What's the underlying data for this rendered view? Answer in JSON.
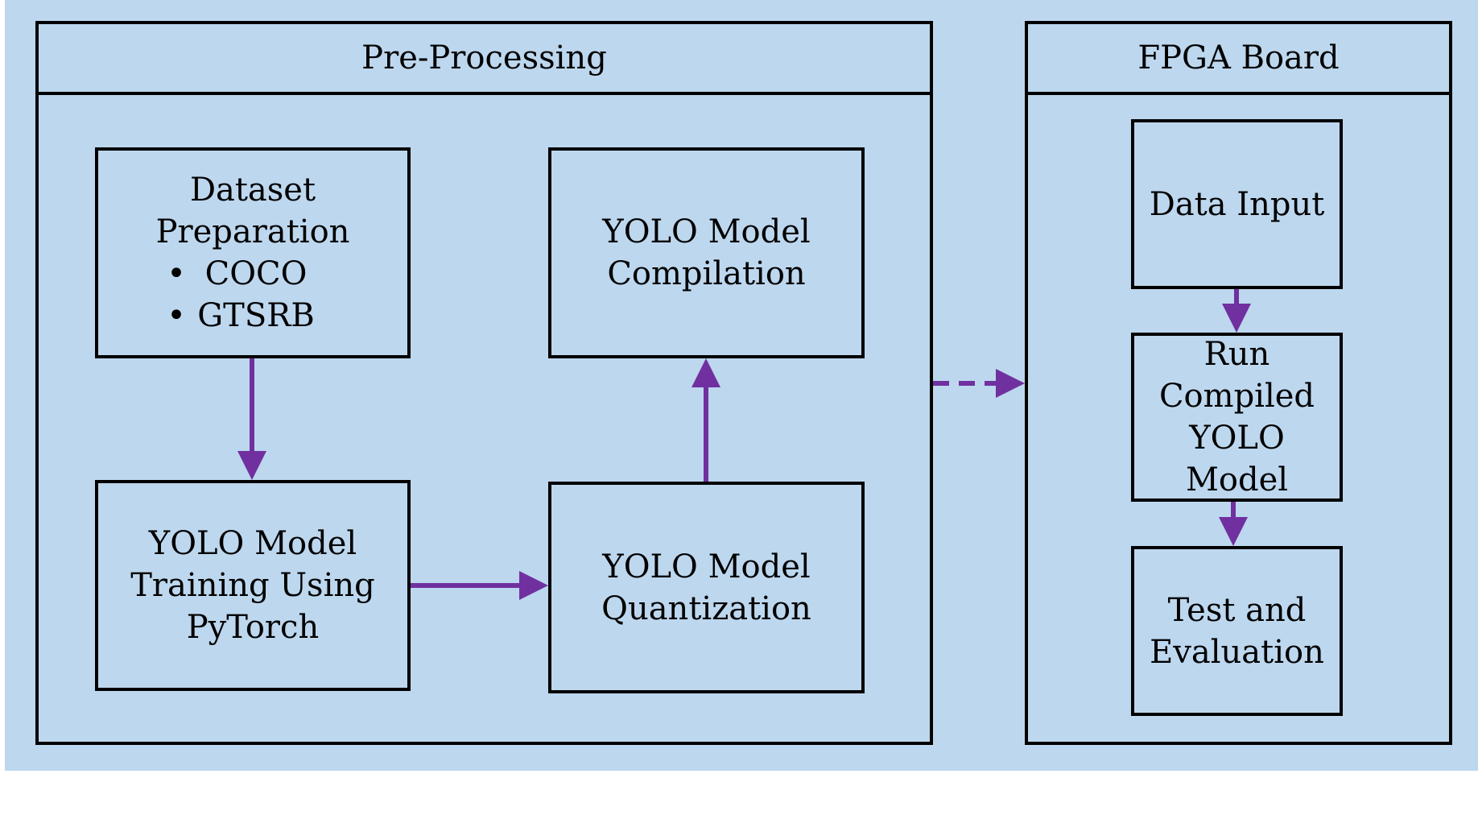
{
  "colors": {
    "background": "#bdd7ee",
    "border": "#000000",
    "arrow": "#7030a0"
  },
  "preprocessing": {
    "title": "Pre-Processing",
    "dataset": {
      "title": "Dataset Preparation",
      "items": [
        "COCO",
        "GTSRB"
      ]
    },
    "training": {
      "lines": [
        "YOLO Model",
        "Training Using",
        "PyTorch"
      ]
    },
    "quantization": {
      "lines": [
        "YOLO Model",
        "Quantization"
      ]
    },
    "compilation": {
      "lines": [
        "YOLO Model",
        "Compilation"
      ]
    }
  },
  "fpga": {
    "title": "FPGA Board",
    "data_input": {
      "lines": [
        "Data Input"
      ]
    },
    "run": {
      "lines": [
        "Run",
        "Compiled",
        "YOLO Model"
      ]
    },
    "test": {
      "lines": [
        "Test and",
        "Evaluation"
      ]
    }
  }
}
